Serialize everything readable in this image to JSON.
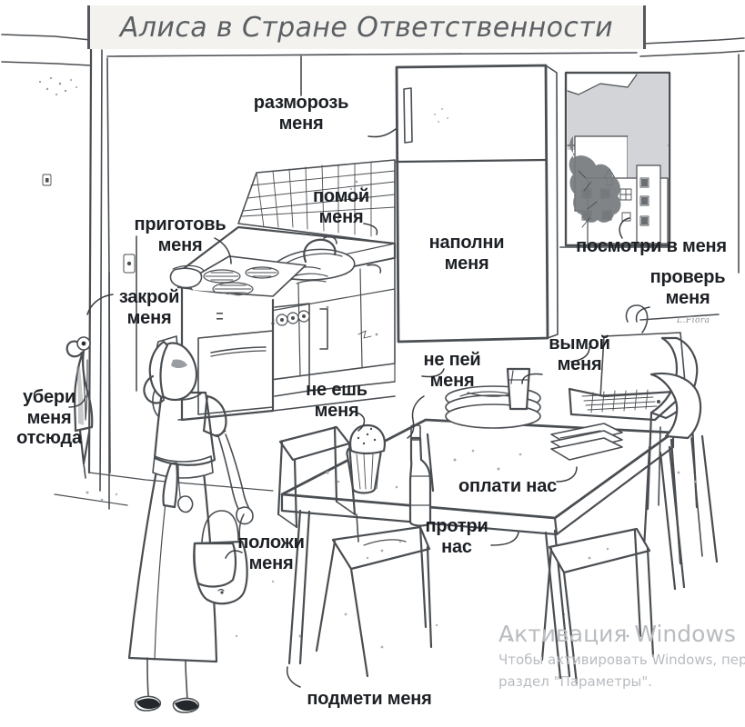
{
  "banner": {
    "title": "Алиса в Стране Ответственности"
  },
  "signature": "L.Fiora",
  "labels": [
    {
      "id": "defrost-me",
      "name": "label-defrost-me",
      "text": "разморозь\nменя",
      "target": "freezer"
    },
    {
      "id": "wash-me-dishes",
      "name": "label-wash-me",
      "text": "помой\nменя",
      "target": "sink"
    },
    {
      "id": "cook-me",
      "name": "label-cook-me",
      "text": "приготовь\nменя",
      "target": "stove"
    },
    {
      "id": "close-me",
      "name": "label-close-me",
      "text": "закрой\nменя",
      "target": "cabinet-door"
    },
    {
      "id": "take-me-away",
      "name": "label-take-me-away",
      "text": "убери\nменя\nотсюда",
      "target": "umbrella"
    },
    {
      "id": "fill-me",
      "name": "label-fill-me",
      "text": "наполни\nменя",
      "target": "refrigerator"
    },
    {
      "id": "look-into-me",
      "name": "label-look-into-me",
      "text": "посмотри в меня",
      "target": "window"
    },
    {
      "id": "check-me",
      "name": "label-check-me",
      "text": "проверь\nменя",
      "target": "radiator"
    },
    {
      "id": "do-not-eat-me",
      "name": "label-do-not-eat-me",
      "text": "не ешь\nменя",
      "target": "cupcake"
    },
    {
      "id": "do-not-drink-me",
      "name": "label-do-not-drink-me",
      "text": "не пей\nменя",
      "target": "bottle"
    },
    {
      "id": "wash-me-up",
      "name": "label-wash-me-up",
      "text": "вымой\nменя",
      "target": "dishes"
    },
    {
      "id": "pay-us",
      "name": "label-pay-us",
      "text": "оплати нас",
      "target": "bills"
    },
    {
      "id": "wipe-us",
      "name": "label-wipe-us",
      "text": "протри\nнас",
      "target": "chairs"
    },
    {
      "id": "put-me-down",
      "name": "label-put-me-down",
      "text": "положи\nменя",
      "target": "handbag"
    },
    {
      "id": "sweep-me",
      "name": "label-sweep-me",
      "text": "подмети меня",
      "target": "floor"
    }
  ],
  "watermark": {
    "title": "Активация Windows",
    "line1": "Чтобы активировать Windows, перейдите в",
    "line2": "раздел \"Параметры\"."
  },
  "colors": {
    "ink": "#1d2125",
    "line": "#4a4e52",
    "banner_bg": "#f3f2ee",
    "banner_text": "#5b5f63",
    "shade_dark": "#8e9296",
    "shade_mid": "#b9bcc0",
    "shade_light": "#d8dade",
    "watermark": "#b9bcc0",
    "paper": "#ffffff"
  }
}
